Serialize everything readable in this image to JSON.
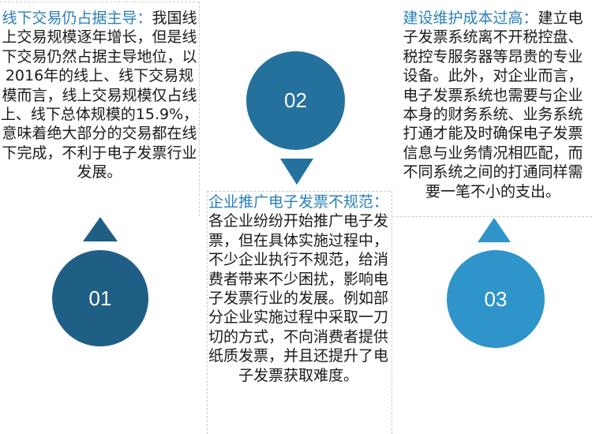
{
  "colors": {
    "step1": "#1f5f86",
    "step2": "#25719e",
    "step3": "#2f94c9",
    "title": "#2a7fb8",
    "text": "#1a1a1a",
    "divider": "#cccccc"
  },
  "steps": [
    {
      "number": "01",
      "title": "线下交易仍占据主导：",
      "body": "我国线上交易规模逐年增长，但是线下交易仍然占据主导地位，以2016年的线上、线下交易规模而言，线上交易规模仅占线上、线下总体规模的15.9%，意味着绝大部分的交易都在线下完成，不利于电子发票行业发展。"
    },
    {
      "number": "02",
      "title": "企业推广电子发票不规范：",
      "body": "各企业纷纷开始推广电子发票，但在具体实施过程中，不少企业执行不规范，给消费者带来不少困扰，影响电子发票行业的发展。例如部分企业实施过程中采取一刀切的方式，不向消费者提供纸质发票，并且还提升了电子发票获取难度。"
    },
    {
      "number": "03",
      "title": "建设维护成本过高：",
      "body": "建立电子发票系统离不开税控盘、税控专服务器等昂贵的专业设备。此外，对企业而言，电子发票系统也需要与企业本身的财务系统、业务系统打通才能及时确保电子发票信息与业务情况相匹配，而不同系统之间的打通同样需要一笔不小的支出。"
    }
  ]
}
